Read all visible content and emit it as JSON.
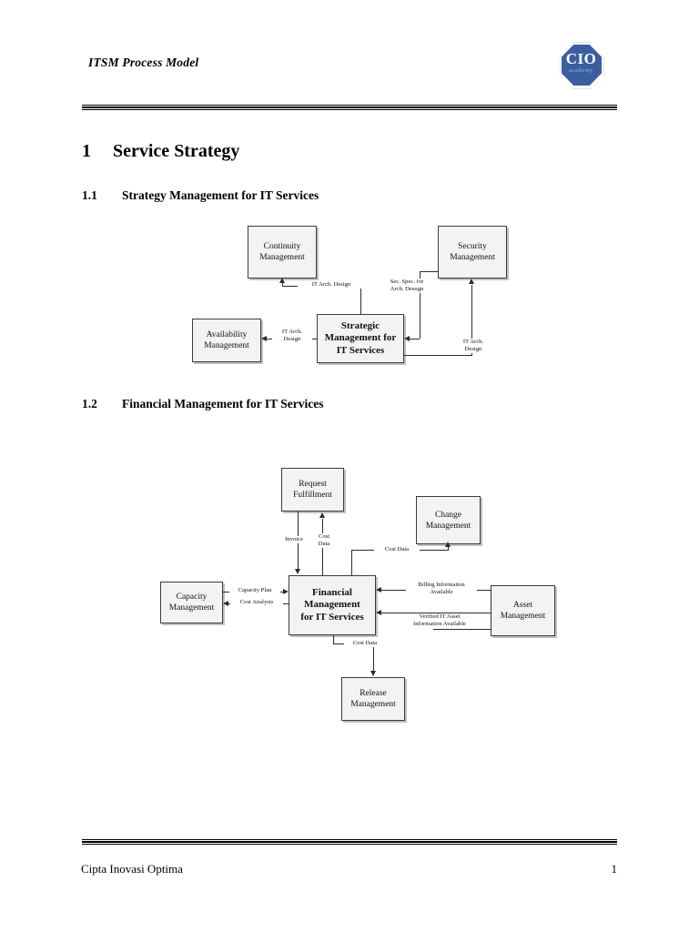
{
  "document": {
    "header_title": "ITSM Process Model",
    "logo": {
      "mark": "CIO",
      "tagline": "academy",
      "color": "#3b5f9e"
    },
    "footer": {
      "left": "Cipta Inovasi Optima",
      "page_number": "1"
    }
  },
  "headings": {
    "h1": {
      "number": "1",
      "text": "Service Strategy"
    },
    "h2_a": {
      "number": "1.1",
      "text": "Strategy Management for IT Services"
    },
    "h2_b": {
      "number": "1.2",
      "text": "Financial Management for IT Services"
    }
  },
  "diagram1": {
    "title": "Strategy Management for IT Services",
    "nodes": [
      {
        "id": "continuity",
        "label": "Continuity\nManagement"
      },
      {
        "id": "security",
        "label": "Security\nManagement"
      },
      {
        "id": "availability",
        "label": "Availability\nManagement"
      },
      {
        "id": "strategic",
        "label": "Strategic\nManagement for\nIT Services"
      }
    ],
    "edges": [
      {
        "id": "e1",
        "from": "strategic",
        "to": "continuity",
        "label": "IT Arch. Design"
      },
      {
        "id": "e2",
        "from": "security",
        "to": "strategic",
        "label": "Sec. Spec. for\nArch. Desugn"
      },
      {
        "id": "e3",
        "from": "strategic",
        "to": "availability",
        "label": "IT Arch.\nDesign"
      },
      {
        "id": "e4",
        "from": "strategic",
        "to": "security",
        "label": "IT Arch.\nDesign"
      }
    ]
  },
  "diagram2": {
    "title": "Financial Management for IT Services",
    "nodes": [
      {
        "id": "request",
        "label": "Request\nFulfillment"
      },
      {
        "id": "change",
        "label": "Change\nManagement"
      },
      {
        "id": "capacity",
        "label": "Capacity\nManagement"
      },
      {
        "id": "financial",
        "label": "Financial\nManagement\nfor IT Services"
      },
      {
        "id": "asset",
        "label": "Asset\nManagement"
      },
      {
        "id": "release",
        "label": "Release\nManagement"
      }
    ],
    "edges": [
      {
        "id": "f1",
        "from": "request",
        "to": "financial",
        "label": "Invoice"
      },
      {
        "id": "f2",
        "from": "financial",
        "to": "request",
        "label": "Cost\nData"
      },
      {
        "id": "f3",
        "from": "financial",
        "to": "change",
        "label": "Cost Data"
      },
      {
        "id": "f4",
        "from": "capacity",
        "to": "financial",
        "label": "Capacity Plan"
      },
      {
        "id": "f5",
        "from": "financial",
        "to": "capacity",
        "label": "Cost Analysis"
      },
      {
        "id": "f6",
        "from": "asset",
        "to": "financial",
        "label": "Billing Information\nAvailable"
      },
      {
        "id": "f7",
        "from": "asset",
        "to": "financial",
        "label": "Verified IT Asset\nInformation Available"
      },
      {
        "id": "f8",
        "from": "financial",
        "to": "release",
        "label": "Cost Data"
      }
    ]
  }
}
